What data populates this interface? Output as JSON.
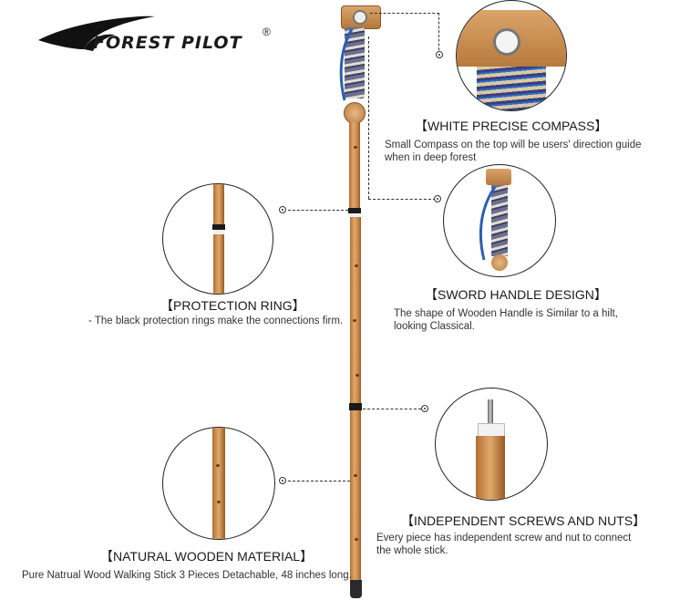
{
  "brand": {
    "name": "FOREST PILOT",
    "reg": "®"
  },
  "features": {
    "compass": {
      "title": "【WHITE PRECISE COMPASS】",
      "desc": "Small Compass on the top will be users' direction guide when in deep forest"
    },
    "ring": {
      "title": "【PROTECTION RING】",
      "desc": "- The black protection rings make the connections firm."
    },
    "handle": {
      "title": "【SWORD HANDLE DESIGN】",
      "desc": "The shape of Wooden Handle is Similar to a hilt, looking Classical."
    },
    "screws": {
      "title": "【INDEPENDENT SCREWS AND NUTS】",
      "desc": "Every piece has independent screw and nut to connect the whole stick."
    },
    "material": {
      "title": "【NATURAL WOODEN MATERIAL】",
      "desc": "Pure Natrual Wood Walking Stick 3 Pieces Detachable, 48 inches long."
    }
  },
  "colors": {
    "wood": "#d59a5c",
    "woodDark": "#9a5a25",
    "strapBlue": "#2b5fb5",
    "ring": "#1a1a1a"
  }
}
